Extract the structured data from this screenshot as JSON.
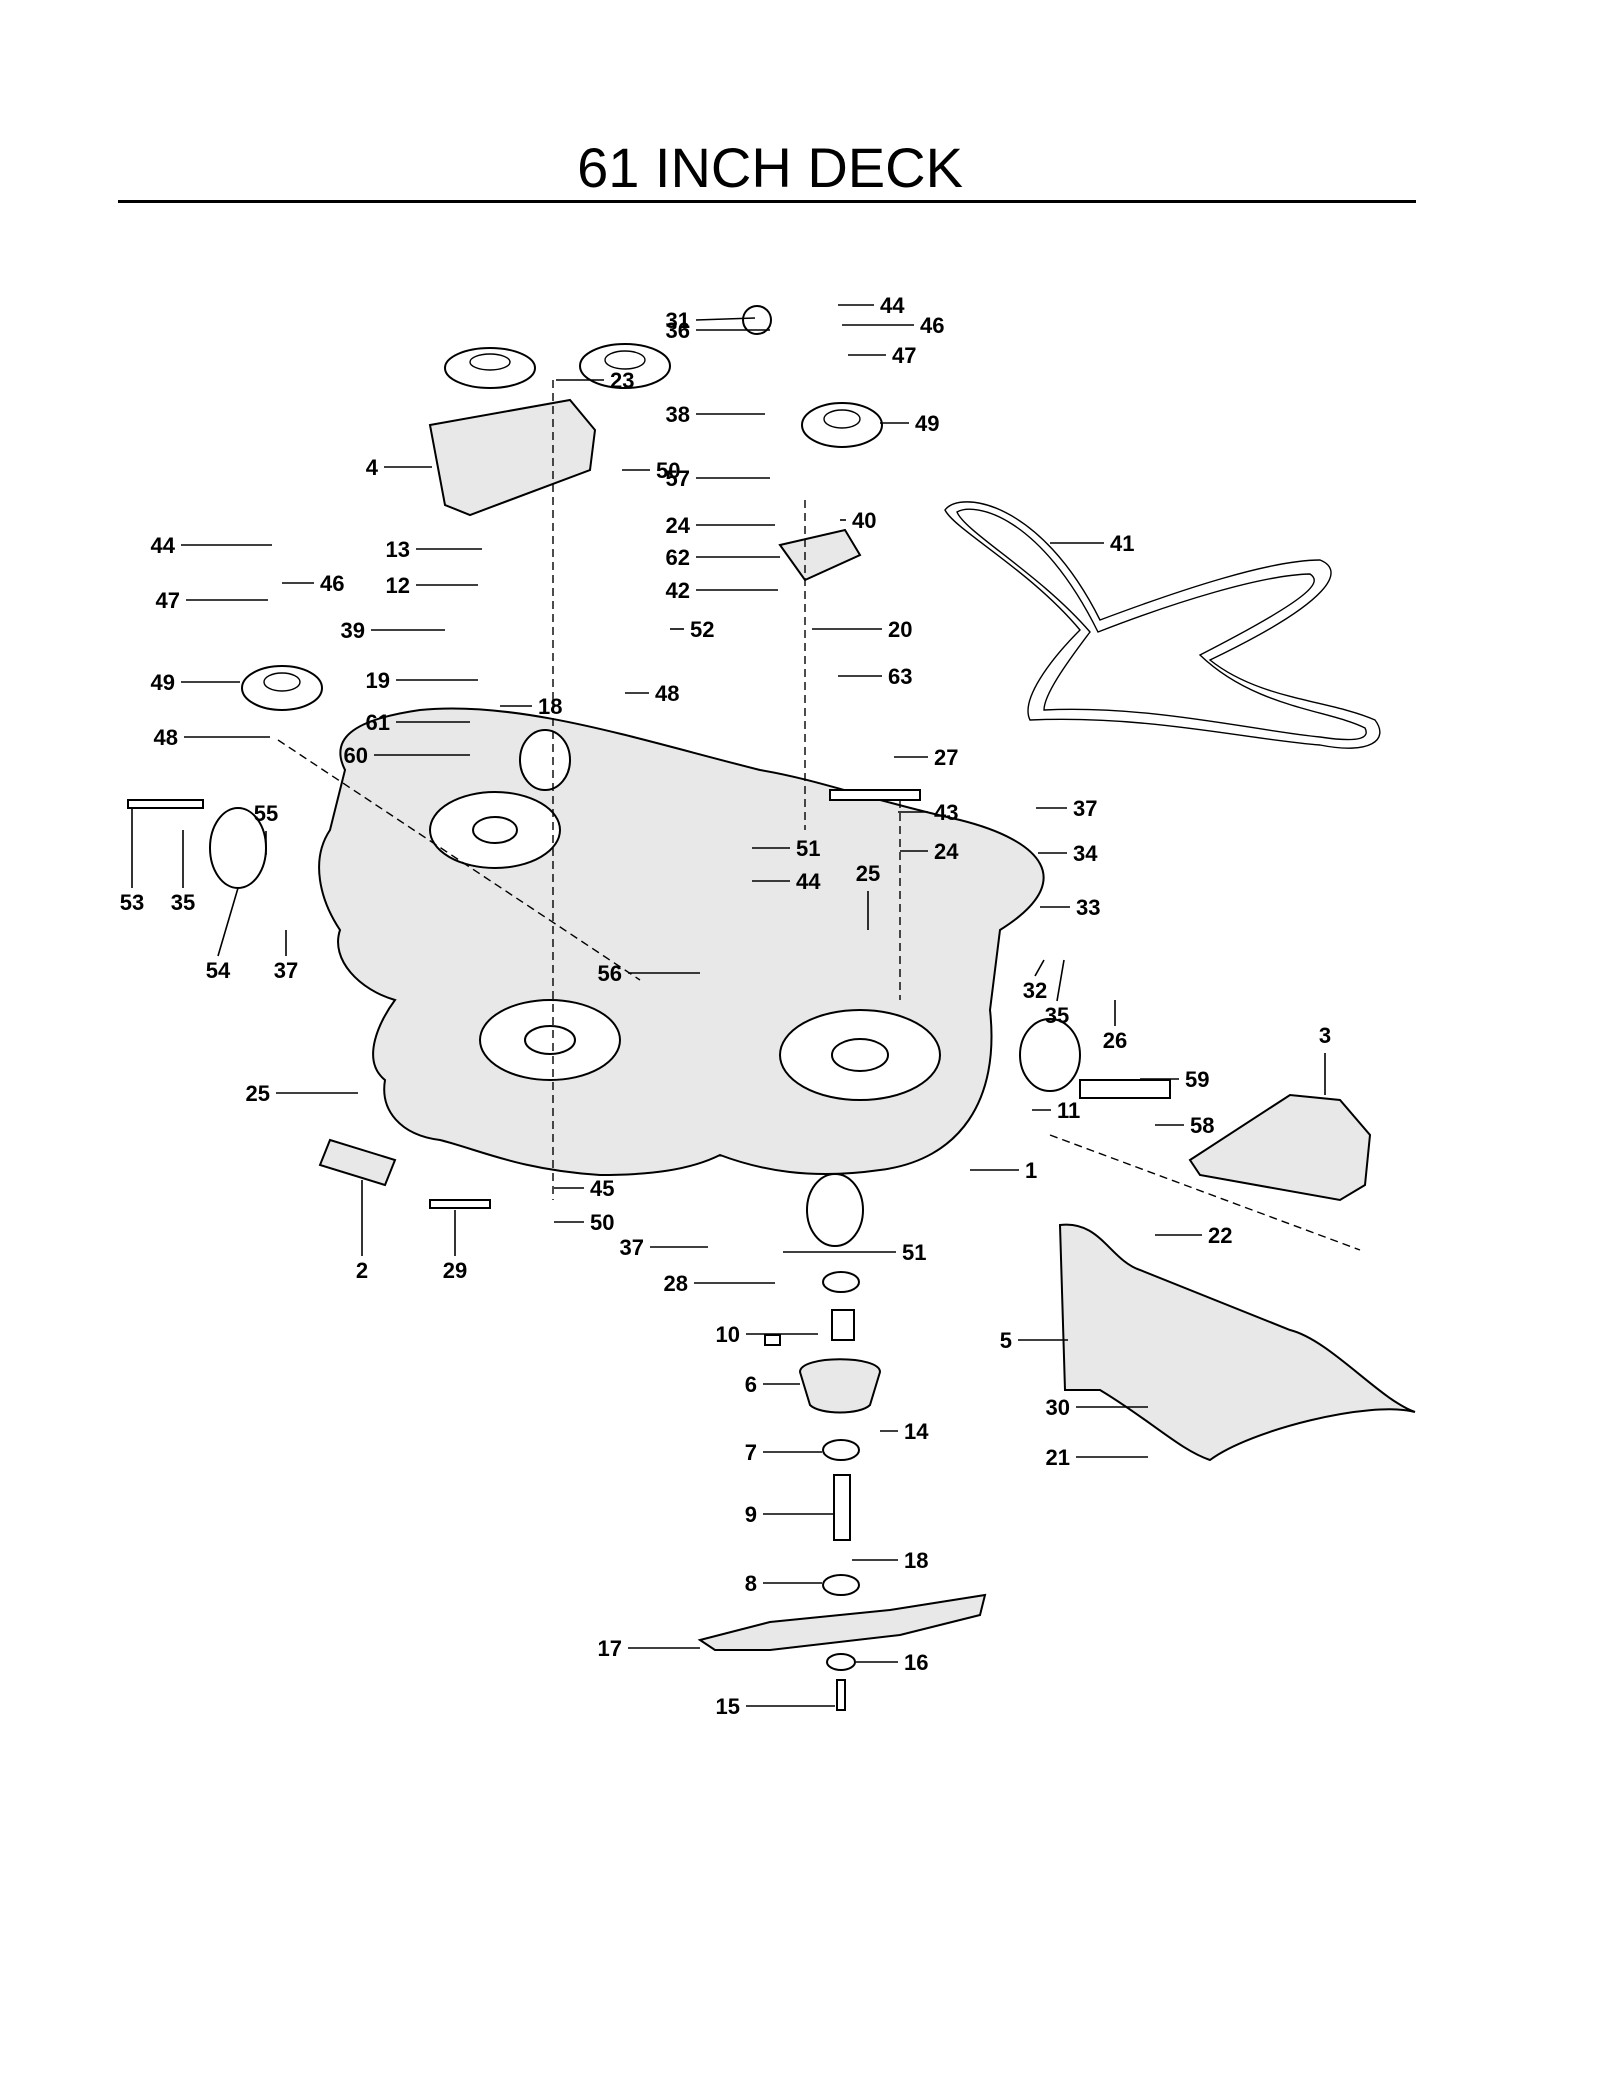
{
  "title": "61 INCH DECK",
  "callouts": [
    {
      "id": "c31",
      "label": "31"
    },
    {
      "id": "c44a",
      "label": "44"
    },
    {
      "id": "c46a",
      "label": "46"
    },
    {
      "id": "c36",
      "label": "36"
    },
    {
      "id": "c47a",
      "label": "47"
    },
    {
      "id": "c23",
      "label": "23"
    },
    {
      "id": "c38",
      "label": "38"
    },
    {
      "id": "c49a",
      "label": "49"
    },
    {
      "id": "c4",
      "label": "4"
    },
    {
      "id": "c50a",
      "label": "50"
    },
    {
      "id": "c57",
      "label": "57"
    },
    {
      "id": "c24a",
      "label": "24"
    },
    {
      "id": "c40",
      "label": "40"
    },
    {
      "id": "c41",
      "label": "41"
    },
    {
      "id": "c44b",
      "label": "44"
    },
    {
      "id": "c13",
      "label": "13"
    },
    {
      "id": "c62",
      "label": "62"
    },
    {
      "id": "c46b",
      "label": "46"
    },
    {
      "id": "c12",
      "label": "12"
    },
    {
      "id": "c42",
      "label": "42"
    },
    {
      "id": "c47b",
      "label": "47"
    },
    {
      "id": "c39",
      "label": "39"
    },
    {
      "id": "c52",
      "label": "52"
    },
    {
      "id": "c20",
      "label": "20"
    },
    {
      "id": "c49b",
      "label": "49"
    },
    {
      "id": "c19",
      "label": "19"
    },
    {
      "id": "c63",
      "label": "63"
    },
    {
      "id": "c18a",
      "label": "18"
    },
    {
      "id": "c48a",
      "label": "48"
    },
    {
      "id": "c61",
      "label": "61"
    },
    {
      "id": "c48b",
      "label": "48"
    },
    {
      "id": "c60",
      "label": "60"
    },
    {
      "id": "c27",
      "label": "27"
    },
    {
      "id": "c43",
      "label": "43"
    },
    {
      "id": "c37a",
      "label": "37"
    },
    {
      "id": "c55",
      "label": "55"
    },
    {
      "id": "c51a",
      "label": "51"
    },
    {
      "id": "c24b",
      "label": "24"
    },
    {
      "id": "c34",
      "label": "34"
    },
    {
      "id": "c44c",
      "label": "44"
    },
    {
      "id": "c25a",
      "label": "25"
    },
    {
      "id": "c53",
      "label": "53"
    },
    {
      "id": "c35a",
      "label": "35"
    },
    {
      "id": "c33",
      "label": "33"
    },
    {
      "id": "c54",
      "label": "54"
    },
    {
      "id": "c37b",
      "label": "37"
    },
    {
      "id": "c56",
      "label": "56"
    },
    {
      "id": "c32",
      "label": "32"
    },
    {
      "id": "c35b",
      "label": "35"
    },
    {
      "id": "c26",
      "label": "26"
    },
    {
      "id": "c3",
      "label": "3"
    },
    {
      "id": "c25b",
      "label": "25"
    },
    {
      "id": "c59",
      "label": "59"
    },
    {
      "id": "c11",
      "label": "11"
    },
    {
      "id": "c58",
      "label": "58"
    },
    {
      "id": "c1",
      "label": "1"
    },
    {
      "id": "c45",
      "label": "45"
    },
    {
      "id": "c50b",
      "label": "50"
    },
    {
      "id": "c22",
      "label": "22"
    },
    {
      "id": "c2",
      "label": "2"
    },
    {
      "id": "c29",
      "label": "29"
    },
    {
      "id": "c37c",
      "label": "37"
    },
    {
      "id": "c51b",
      "label": "51"
    },
    {
      "id": "c28",
      "label": "28"
    },
    {
      "id": "c10",
      "label": "10"
    },
    {
      "id": "c5",
      "label": "5"
    },
    {
      "id": "c6",
      "label": "6"
    },
    {
      "id": "c14",
      "label": "14"
    },
    {
      "id": "c30",
      "label": "30"
    },
    {
      "id": "c21",
      "label": "21"
    },
    {
      "id": "c7",
      "label": "7"
    },
    {
      "id": "c9",
      "label": "9"
    },
    {
      "id": "c18b",
      "label": "18"
    },
    {
      "id": "c8",
      "label": "8"
    },
    {
      "id": "c17",
      "label": "17"
    },
    {
      "id": "c16",
      "label": "16"
    },
    {
      "id": "c15",
      "label": "15"
    }
  ]
}
